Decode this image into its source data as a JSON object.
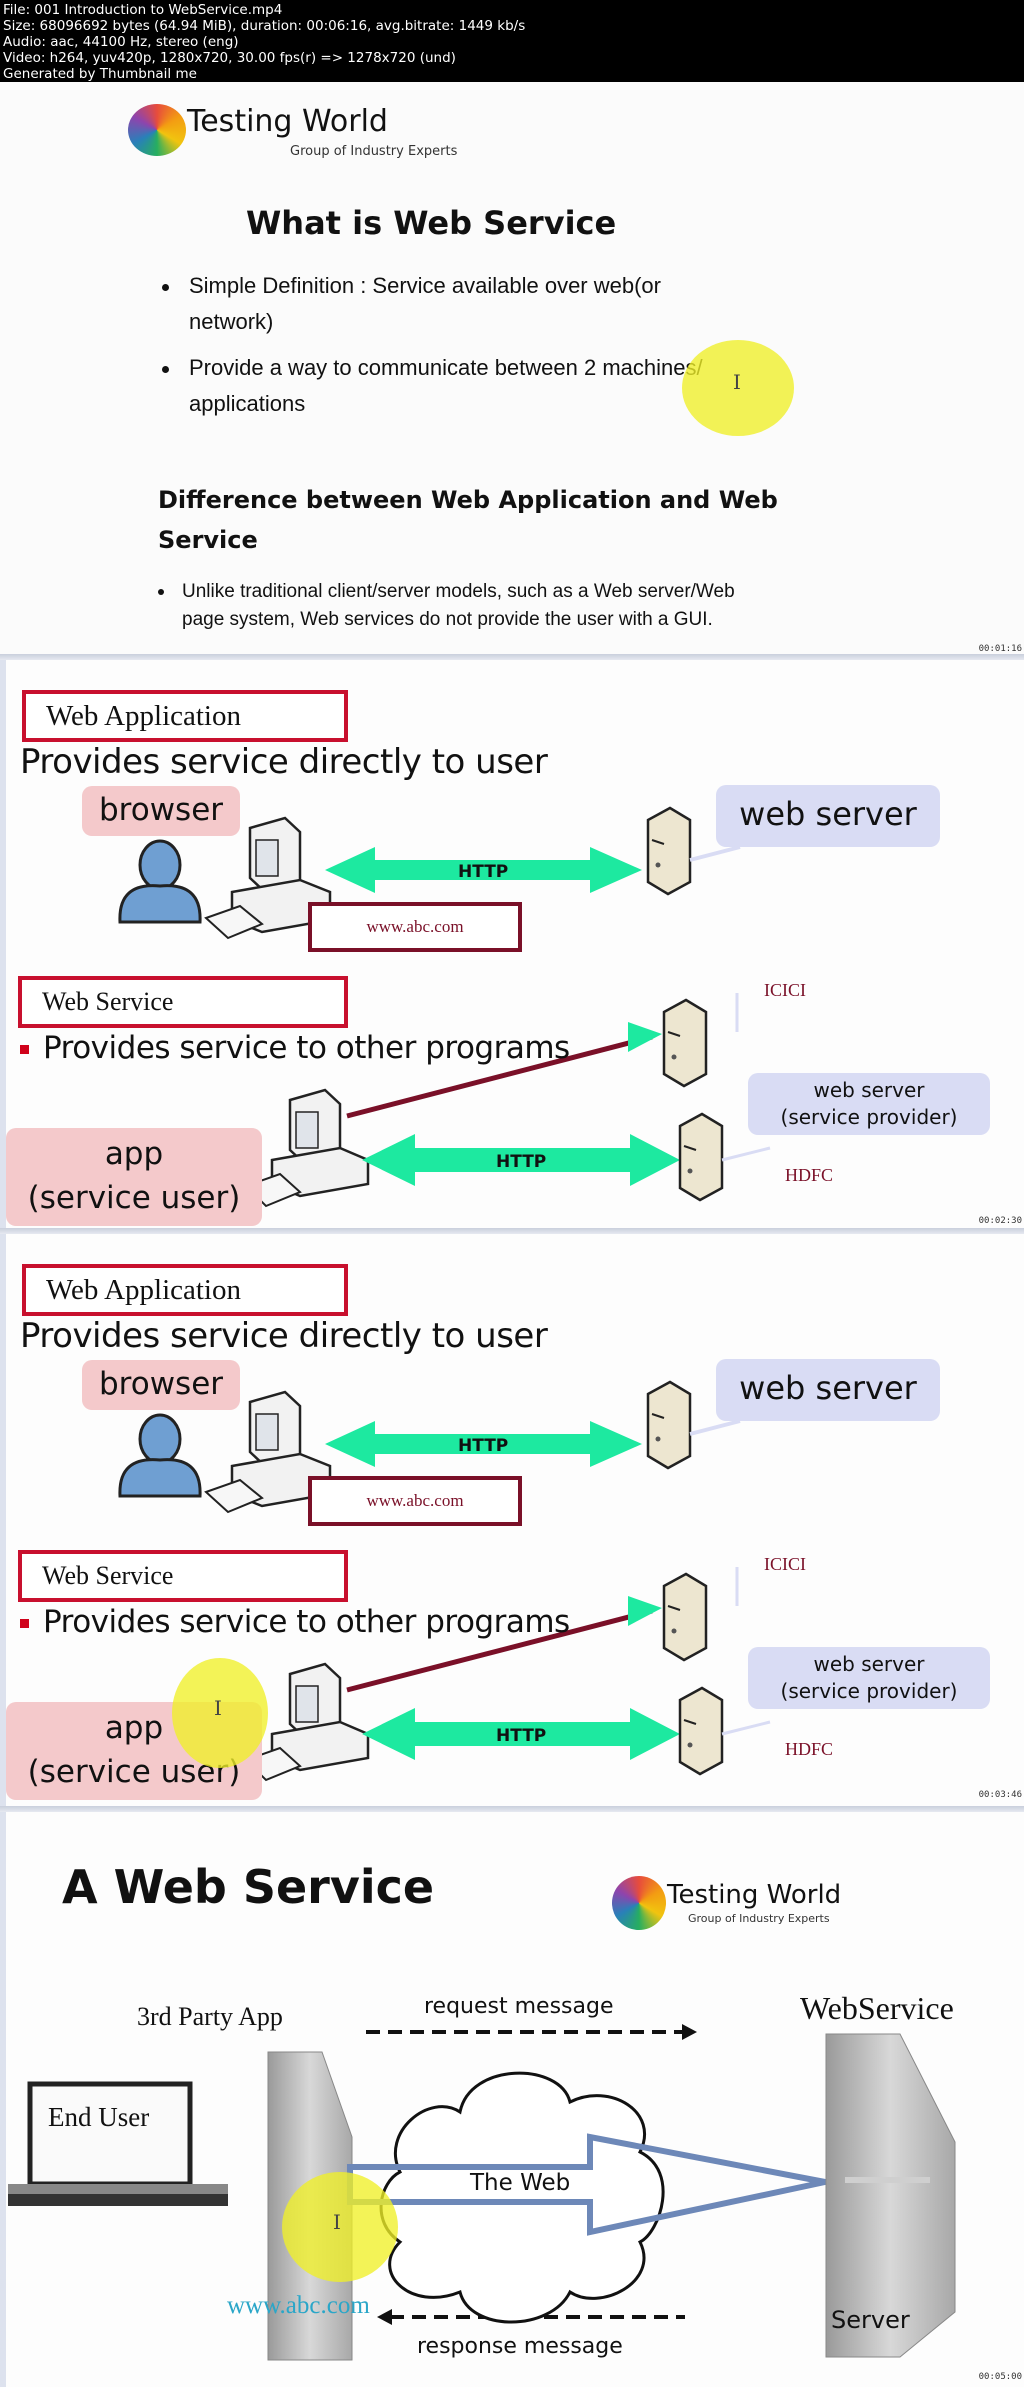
{
  "header": {
    "lines": [
      "File: 001 Introduction to WebService.mp4",
      "Size: 68096692 bytes (64.94 MiB), duration: 00:06:16, avg.bitrate: 1449 kb/s",
      "Audio: aac, 44100 Hz, stereo (eng)",
      "Video: h264, yuv420p, 1280x720, 30.00 fps(r) => 1278x720 (und)",
      "Generated by Thumbnail me"
    ]
  },
  "frames": [
    {
      "timestamp": "00:01:16",
      "logo": {
        "title": "Testing World",
        "subtitle": "Group of Industry Experts"
      },
      "heading": "What is Web Service",
      "bullets": [
        "Simple Definition : Service available over web(or",
        "network)",
        "Provide a way to communicate between 2 machines/",
        "applications"
      ],
      "subheading_line1": "Difference between Web Application and Web",
      "subheading_line2": "Service",
      "sub_bullets": [
        "Unlike traditional client/server models, such as a Web server/Web",
        "page system, Web services do not provide the user with a GUI."
      ],
      "cursor": "I"
    },
    {
      "timestamp": "00:02:30",
      "web_app": {
        "title": "Web Application",
        "description": "Provides service directly to user",
        "client_callout": "browser",
        "server_callout": "web server",
        "protocol": "HTTP",
        "url": "www.abc.com"
      },
      "web_service": {
        "title": "Web Service",
        "description": "Provides service to other programs",
        "client_callout_line1": "app",
        "client_callout_line2": "(service user)",
        "server_callout_line1": "web server",
        "server_callout_line2": "(service provider)",
        "protocol": "HTTP",
        "bank_top": "ICICI",
        "bank_bottom": "HDFC"
      }
    },
    {
      "timestamp": "00:03:46",
      "web_app": {
        "title": "Web Application",
        "description": "Provides service directly to user",
        "client_callout": "browser",
        "server_callout": "web server",
        "protocol": "HTTP",
        "url": "www.abc.com"
      },
      "web_service": {
        "title": "Web Service",
        "description": "Provides service to other programs",
        "client_callout_line1": "app",
        "client_callout_line2": "(service user)",
        "server_callout_line1": "web server",
        "server_callout_line2": "(service provider)",
        "protocol": "HTTP",
        "bank_top": "ICICI",
        "bank_bottom": "HDFC"
      },
      "cursor": "I"
    },
    {
      "timestamp": "00:05:00",
      "heading": "A Web Service",
      "logo": {
        "title": "Testing World",
        "subtitle": "Group of Industry Experts"
      },
      "third_party_label": "3rd Party App",
      "end_user_label": "End User",
      "url": "www.abc.com",
      "request_label": "request message",
      "response_label": "response message",
      "network_label": "The Web",
      "webservice_label": "WebService",
      "server_label": "Server",
      "cursor": "I"
    }
  ],
  "colors": {
    "http_arrow": "#1de9a0",
    "title_border": "#c8102e",
    "maroon": "#7a1028",
    "pink_callout": "#f4c9cb",
    "blue_callout": "#d9dcf4",
    "highlight": "#f0f028",
    "url_teal": "#2aa6c8",
    "web_arrow": "#6d88b8"
  }
}
